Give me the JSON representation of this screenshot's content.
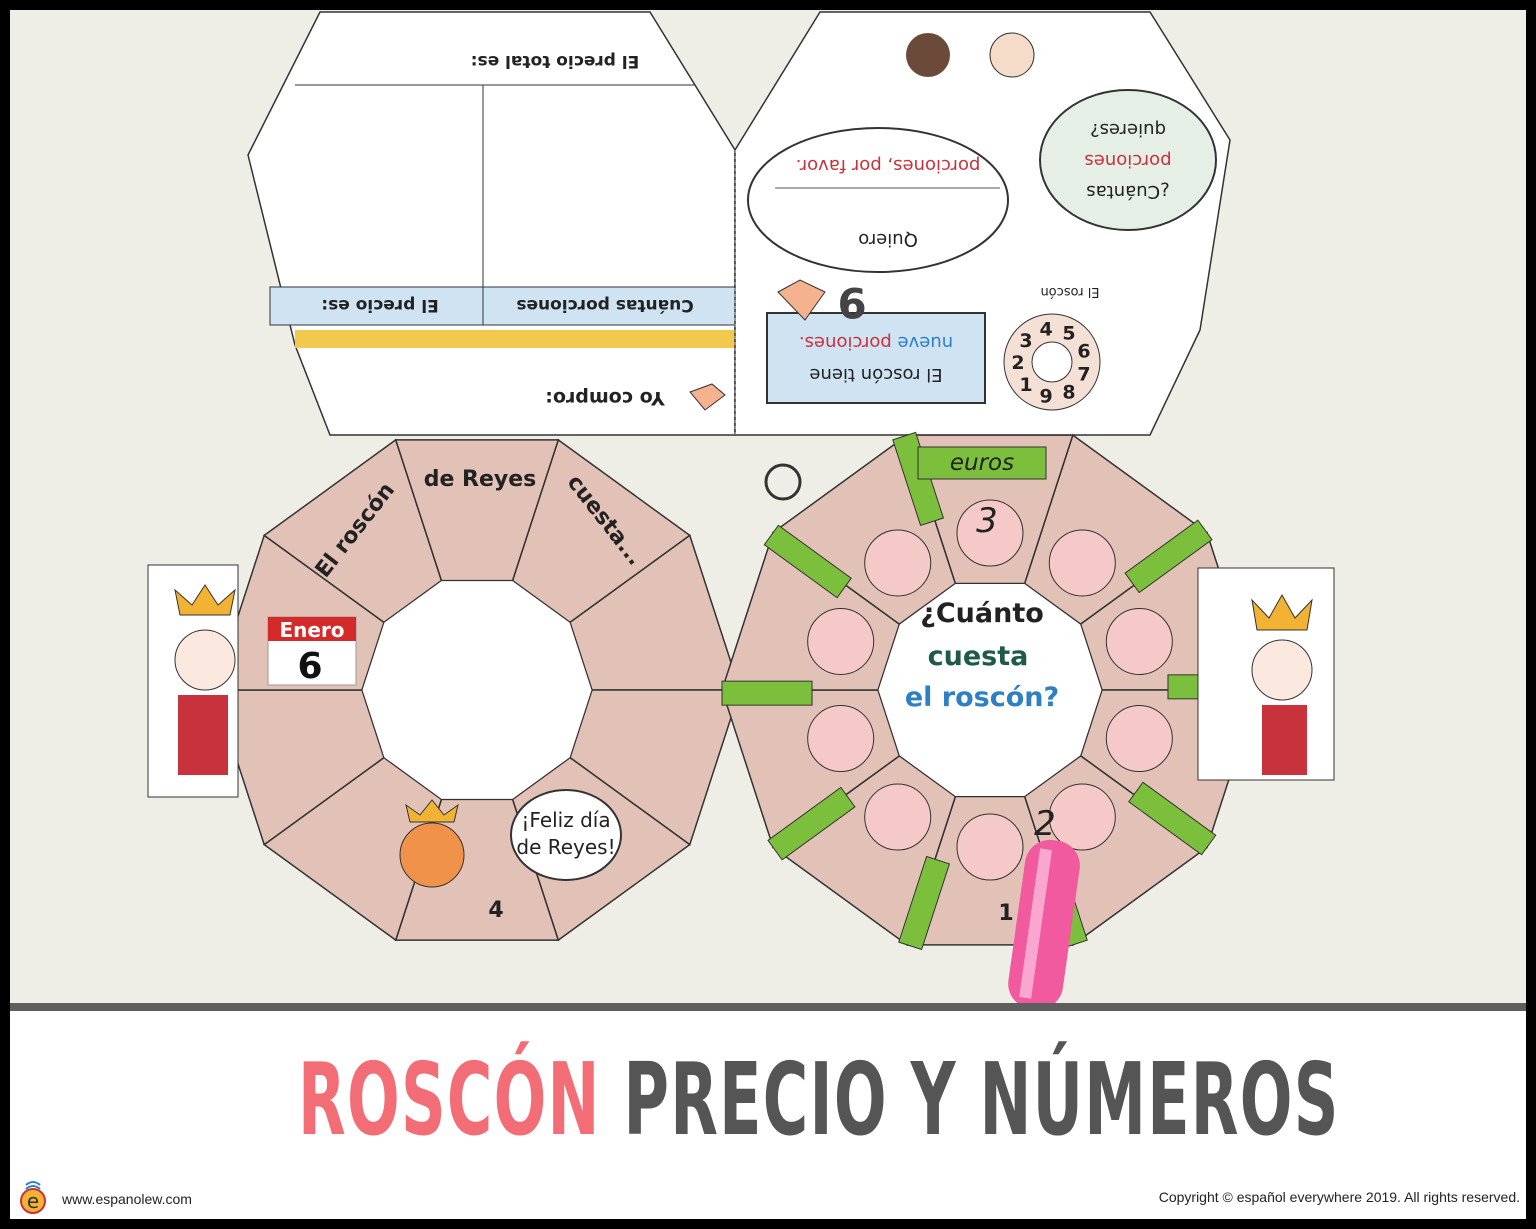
{
  "photo": {
    "top_left_panel": {
      "total_price_label": "El precio total es:",
      "how_many_portions_label": "Cuántas porciones",
      "price_label": "El precio es:",
      "i_buy_label": "Yo compro:"
    },
    "top_right_panel": {
      "want_label": "Quiero",
      "portions_please": "porciones, por favor.",
      "question_line1": "¿Cuántas",
      "question_line2": "porciones",
      "question_line3": "quieres?",
      "roscon_small_label": "El roscón",
      "has_line1": "El roscón tiene",
      "has_line2_a": "nueve",
      "has_line2_b": "porciones.",
      "big_number": "9",
      "wheel_numbers": [
        "5",
        "6",
        "7",
        "8",
        "9",
        "1",
        "2",
        "3",
        "4"
      ]
    },
    "left_wheel": {
      "seg1": "El roscón",
      "seg2": "de Reyes",
      "seg3": "cuesta...",
      "calendar_month": "Enero",
      "calendar_day": "6",
      "speech_line1": "¡Feliz día",
      "speech_line2": "de Reyes!",
      "page_number": "4"
    },
    "right_wheel": {
      "euros_label": "euros",
      "number_top": "3",
      "number_bottom": "2",
      "center_line1": "¿Cuánto",
      "center_line2": "cuesta",
      "center_line3": "el roscón?",
      "page_number": "1"
    }
  },
  "banner": {
    "title_accent": "ROSCÓN",
    "title_rest": "PRECIO Y NÚMEROS",
    "website": "www.espanolew.com",
    "copyright": "Copyright © español everywhere 2019. All rights reserved."
  },
  "colors": {
    "accent": "#f26d75",
    "title_gray": "#555555",
    "segment": "#e2c1b6",
    "green": "#7cbf3c",
    "blue_text": "#2f7fc4",
    "red_text": "#c8323c"
  }
}
